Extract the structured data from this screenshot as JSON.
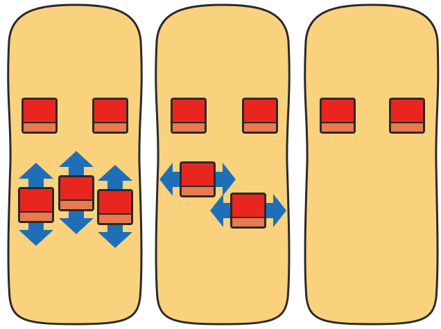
{
  "colors": {
    "car_body": "#FAD27E",
    "car_outline": "#2a2a2a",
    "seat_fill": "#E8261F",
    "seat_base": "#E87A4E",
    "arrow": "#1E6FB8",
    "background": "#FFFFFF"
  },
  "icons": {
    "car": "car-top-view-icon",
    "seat": "seat-icon",
    "arrow": "double-arrow-icon"
  },
  "panels": [
    {
      "id": "panel-1",
      "front_seats": 2,
      "rear_seats": 3,
      "rear_seat_movement": "forward-backward"
    },
    {
      "id": "panel-2",
      "front_seats": 2,
      "rear_seats": 2,
      "rear_seat_movement": "left-right"
    },
    {
      "id": "panel-3",
      "front_seats": 2,
      "rear_seats": 0,
      "rear_seat_movement": "none"
    }
  ]
}
